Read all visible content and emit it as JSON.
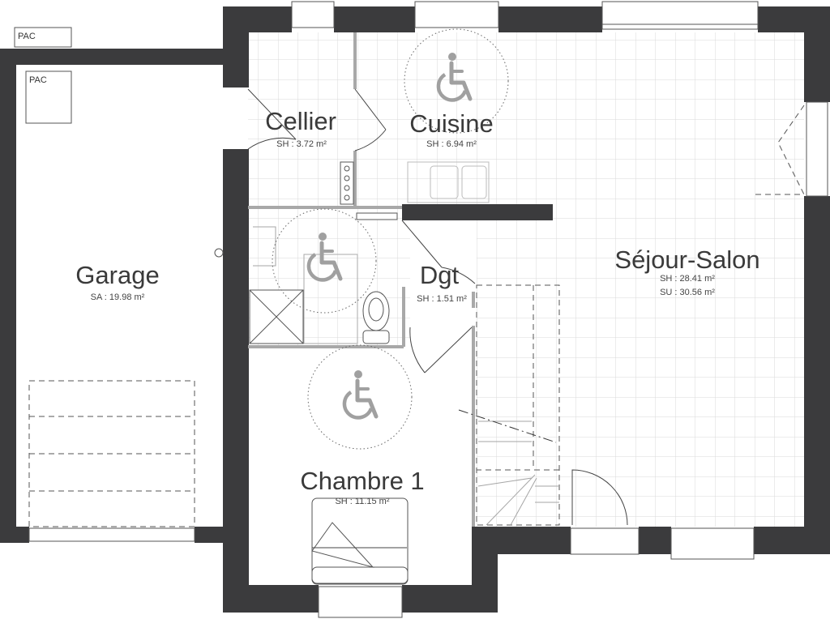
{
  "rooms": {
    "garage": {
      "name": "Garage",
      "area": "SA : 19.98 m²"
    },
    "cellier": {
      "name": "Cellier",
      "area": "SH : 3.72 m²"
    },
    "cuisine": {
      "name": "Cuisine",
      "area": "SH : 6.94 m²"
    },
    "dgt": {
      "name": "Dgt",
      "area": "SH : 1.51 m²"
    },
    "chambre1": {
      "name": "Chambre 1",
      "area": "SH : 11.15 m²"
    },
    "sejour": {
      "name": "Séjour-Salon",
      "area_sh": "SH : 28.41 m²",
      "area_su": "SU : 30.56 m²"
    }
  },
  "equipment": {
    "pac_outdoor": "PAC",
    "pac_indoor": "PAC"
  },
  "icons": [
    "wheelchair-turning-circle-icon",
    "toilet-icon",
    "shower-icon",
    "bed-icon",
    "sink-icon",
    "cooktop-icon",
    "staircase-icon"
  ],
  "colors": {
    "walls": "#3b3b3d",
    "tiles": "#d8d8d8",
    "text": "#3a3a3a"
  }
}
